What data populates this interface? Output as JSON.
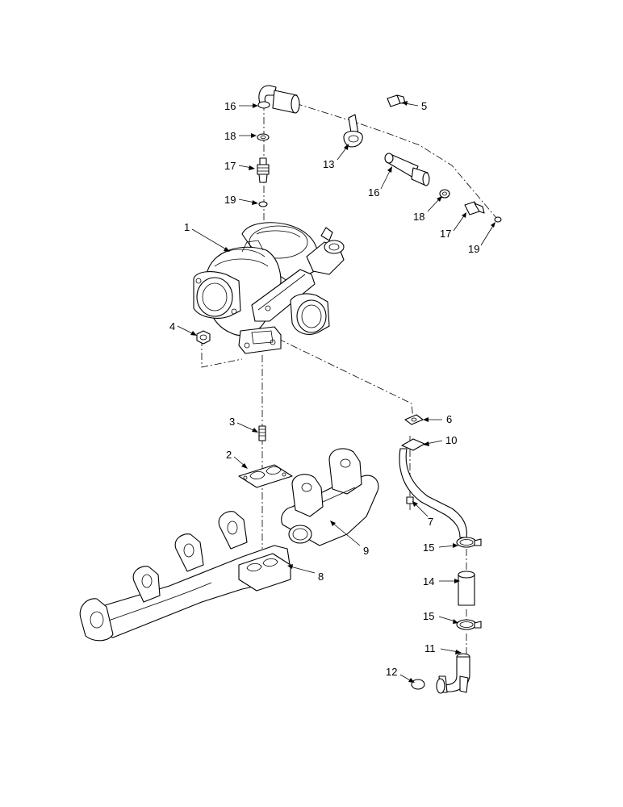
{
  "callouts": {
    "c1": "1",
    "c2": "2",
    "c3": "3",
    "c4": "4",
    "c5": "5",
    "c6": "6",
    "c7": "7",
    "c8": "8",
    "c9": "9",
    "c10": "10",
    "c11": "11",
    "c12": "12",
    "c13": "13",
    "c14": "14",
    "c15a": "15",
    "c15b": "15",
    "c16a": "16",
    "c16b": "16",
    "c17a": "17",
    "c17b": "17",
    "c18a": "18",
    "c18b": "18",
    "c19a": "19",
    "c19b": "19"
  }
}
